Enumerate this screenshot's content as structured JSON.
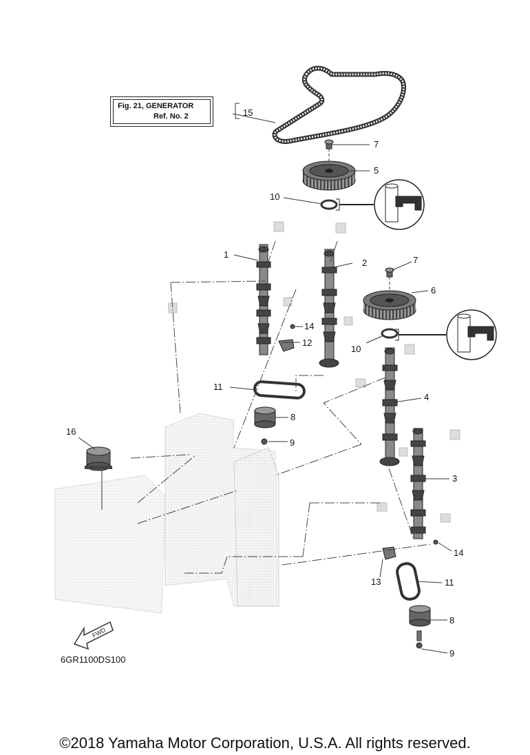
{
  "reference_box": {
    "line1": "Fig. 21, GENERATOR",
    "line2": "Ref. No. 2"
  },
  "callouts": {
    "c1": "1",
    "c2": "2",
    "c3": "3",
    "c4": "4",
    "c5": "5",
    "c6": "6",
    "c7a": "7",
    "c7b": "7",
    "c8a": "8",
    "c8b": "8",
    "c9a": "9",
    "c9b": "9",
    "c10a": "10",
    "c10b": "10",
    "c11a": "11",
    "c11b": "11",
    "c12": "12",
    "c13": "13",
    "c14a": "14",
    "c14b": "14",
    "c15": "15",
    "c16": "16"
  },
  "fwd_label": "FWD",
  "diagram_code": "6GR1100DS100",
  "copyright": "©2018 Yamaha Motor Corporation, U.S.A. All rights reserved."
}
